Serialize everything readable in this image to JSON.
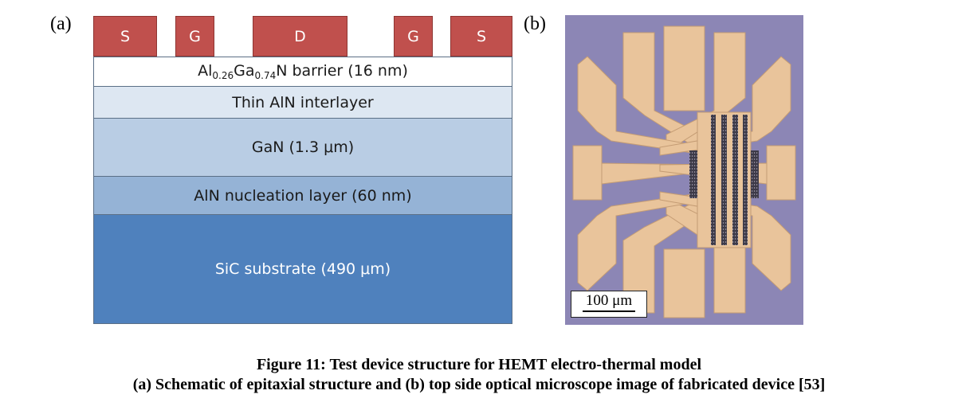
{
  "panel_a": {
    "label": "(a)",
    "contacts": [
      {
        "label": "S"
      },
      {
        "label": "G"
      },
      {
        "label": "D"
      },
      {
        "label": "G"
      },
      {
        "label": "S"
      }
    ],
    "layers": {
      "barrier": {
        "prefix": "Al",
        "sub1": "0.26",
        "mid": "Ga",
        "sub2": "0.74",
        "suffix": "N barrier (16 nm)"
      },
      "interlayer": "Thin AlN interlayer",
      "gan": "GaN (1.3 μm)",
      "nucleation": "AlN nucleation layer (60 nm)",
      "substrate": "SiC substrate (490 μm)"
    },
    "colors": {
      "contact": "#c0504d",
      "barrier": "#ffffff",
      "interlayer": "#dde7f2",
      "gan": "#b9cde4",
      "nucleation": "#95b3d6",
      "substrate": "#4f81bd"
    }
  },
  "panel_b": {
    "label": "(b)",
    "scale_bar": "100 μm",
    "colors": {
      "background": "#8c86b5",
      "metal": "#e9c49b"
    }
  },
  "caption": {
    "line1": "Figure 11: Test device structure for HEMT electro-thermal model",
    "line2": "(a) Schematic of epitaxial structure and (b) top side optical microscope image of fabricated device [53]"
  }
}
